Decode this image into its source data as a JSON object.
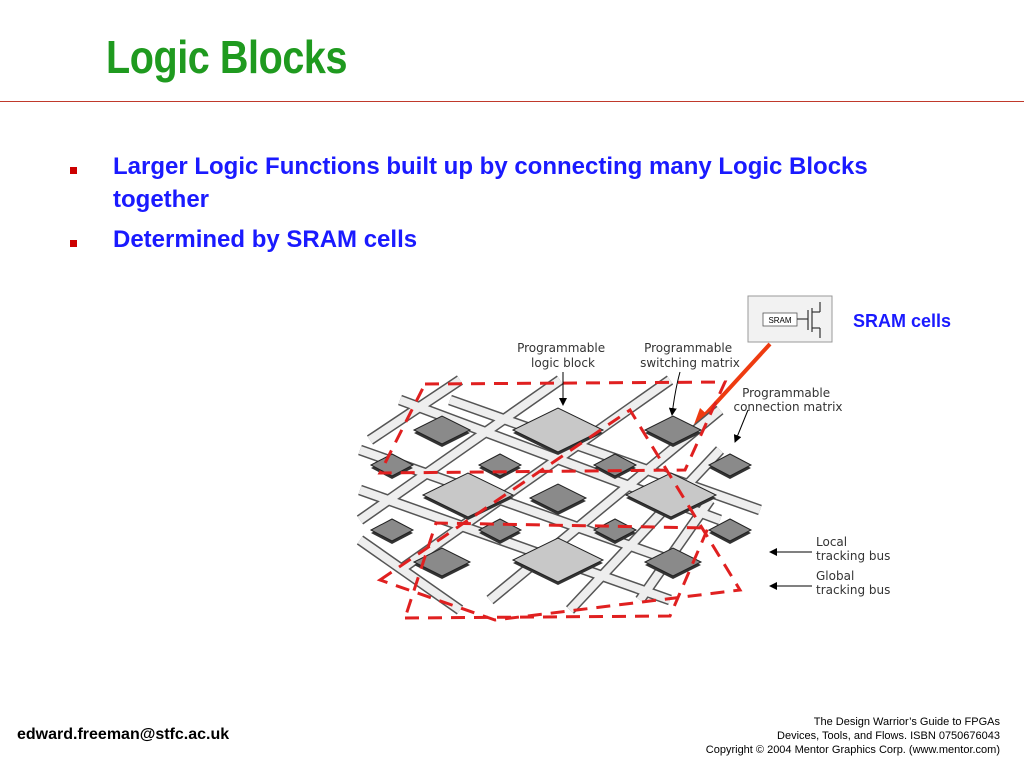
{
  "slide": {
    "title": "Logic Blocks",
    "bullets": [
      {
        "text": "Larger Logic Functions built up by connecting many Logic Blocks together"
      },
      {
        "text": "Determined by SRAM cells"
      }
    ]
  },
  "diagram": {
    "sram_box_label": "SRAM",
    "sram_caption": "SRAM cells",
    "labels": {
      "programmable_logic_block": [
        "Programmable",
        "logic block"
      ],
      "programmable_switching_matrix": [
        "Programmable",
        "switching matrix"
      ],
      "programmable_connection_matrix": [
        "Programmable",
        "connection matrix"
      ],
      "local_tracking_bus": [
        "Local",
        "tracking bus"
      ],
      "global_tracking_bus": [
        "Global",
        "tracking bus"
      ]
    },
    "colors": {
      "dashed_outline": "#e02020",
      "arrow": "#ee3b10",
      "tile_light": "#c8c8c8",
      "tile_dark": "#8a8a8a"
    }
  },
  "footer": {
    "email": "edward.freeman@stfc.ac.uk",
    "credits": [
      "The Design Warrior’s Guide to FPGAs",
      "Devices, Tools, and Flows. ISBN 0750676043",
      "Copyright © 2004 Mentor Graphics Corp. (www.mentor.com)"
    ]
  }
}
